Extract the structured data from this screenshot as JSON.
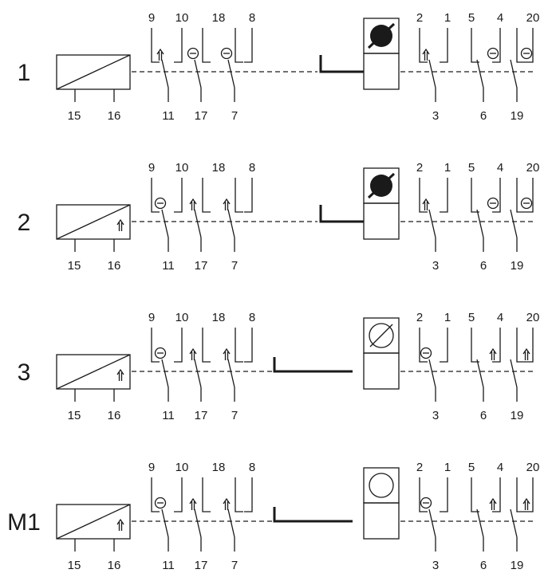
{
  "rows": [
    {
      "label": "1",
      "coil": {
        "bottom": [
          "15",
          "16"
        ],
        "marker": false
      },
      "left_group": {
        "top": [
          "9",
          "10",
          "18",
          "8"
        ],
        "bottom": [
          "11",
          "17",
          "7"
        ],
        "contacts": [
          {
            "symbol": "arrow",
            "closed_to": "9"
          },
          {
            "symbol": "ring",
            "closed_to": "18"
          },
          {
            "symbol": "ring",
            "closed_to": "8"
          }
        ]
      },
      "actuator": {
        "lever": "short",
        "symbol": "filled",
        "lower_filled": true
      },
      "right_group": {
        "top": [
          "2",
          "1",
          "5",
          "4",
          "20"
        ],
        "bottom": [
          "3",
          "6",
          "19"
        ],
        "contacts": [
          {
            "symbol": "arrow",
            "closed_to": "2"
          },
          {
            "symbol": "ring",
            "closed_to": "4"
          },
          {
            "symbol": "ring",
            "closed_to": "20"
          }
        ]
      }
    },
    {
      "label": "2",
      "coil": {
        "bottom": [
          "15",
          "16"
        ],
        "marker": true
      },
      "left_group": {
        "top": [
          "9",
          "10",
          "18",
          "8"
        ],
        "bottom": [
          "11",
          "17",
          "7"
        ],
        "contacts": [
          {
            "symbol": "ring",
            "closed_to": "10"
          },
          {
            "symbol": "arrow",
            "closed_to": "open"
          },
          {
            "symbol": "arrow",
            "closed_to": "open"
          }
        ]
      },
      "actuator": {
        "lever": "short",
        "symbol": "filled",
        "lower_filled": false
      },
      "right_group": {
        "top": [
          "2",
          "1",
          "5",
          "4",
          "20"
        ],
        "bottom": [
          "3",
          "6",
          "19"
        ],
        "contacts": [
          {
            "symbol": "arrow",
            "closed_to": "2"
          },
          {
            "symbol": "ring",
            "closed_to": "4"
          },
          {
            "symbol": "ring",
            "closed_to": "20"
          }
        ]
      }
    },
    {
      "label": "3",
      "coil": {
        "bottom": [
          "15",
          "16"
        ],
        "marker": true
      },
      "left_group": {
        "top": [
          "9",
          "10",
          "18",
          "8"
        ],
        "bottom": [
          "11",
          "17",
          "7"
        ],
        "contacts": [
          {
            "symbol": "ring",
            "closed_to": "10"
          },
          {
            "symbol": "arrow",
            "closed_to": "open"
          },
          {
            "symbol": "arrow",
            "closed_to": "open"
          }
        ]
      },
      "actuator": {
        "lever": "long",
        "symbol": "slashed",
        "lower_filled": false
      },
      "right_group": {
        "top": [
          "2",
          "1",
          "5",
          "4",
          "20"
        ],
        "bottom": [
          "3",
          "6",
          "19"
        ],
        "contacts": [
          {
            "symbol": "ring",
            "closed_to": "1"
          },
          {
            "symbol": "arrow",
            "closed_to": "5"
          },
          {
            "symbol": "arrow",
            "closed_to": "open"
          }
        ]
      }
    },
    {
      "label": "M1",
      "coil": {
        "bottom": [
          "15",
          "16"
        ],
        "marker": true
      },
      "left_group": {
        "top": [
          "9",
          "10",
          "18",
          "8"
        ],
        "bottom": [
          "11",
          "17",
          "7"
        ],
        "contacts": [
          {
            "symbol": "ring",
            "closed_to": "10"
          },
          {
            "symbol": "arrow",
            "closed_to": "open"
          },
          {
            "symbol": "arrow",
            "closed_to": "open"
          }
        ]
      },
      "actuator": {
        "lever": "long",
        "symbol": "open",
        "lower_filled": true
      },
      "right_group": {
        "top": [
          "2",
          "1",
          "5",
          "4",
          "20"
        ],
        "bottom": [
          "3",
          "6",
          "19"
        ],
        "contacts": [
          {
            "symbol": "ring",
            "closed_to": "1"
          },
          {
            "symbol": "arrow",
            "closed_to": "5"
          },
          {
            "symbol": "arrow",
            "closed_to": "open"
          }
        ]
      }
    }
  ],
  "colors": {
    "ink": "#1a1a1a",
    "background": "#ffffff"
  }
}
